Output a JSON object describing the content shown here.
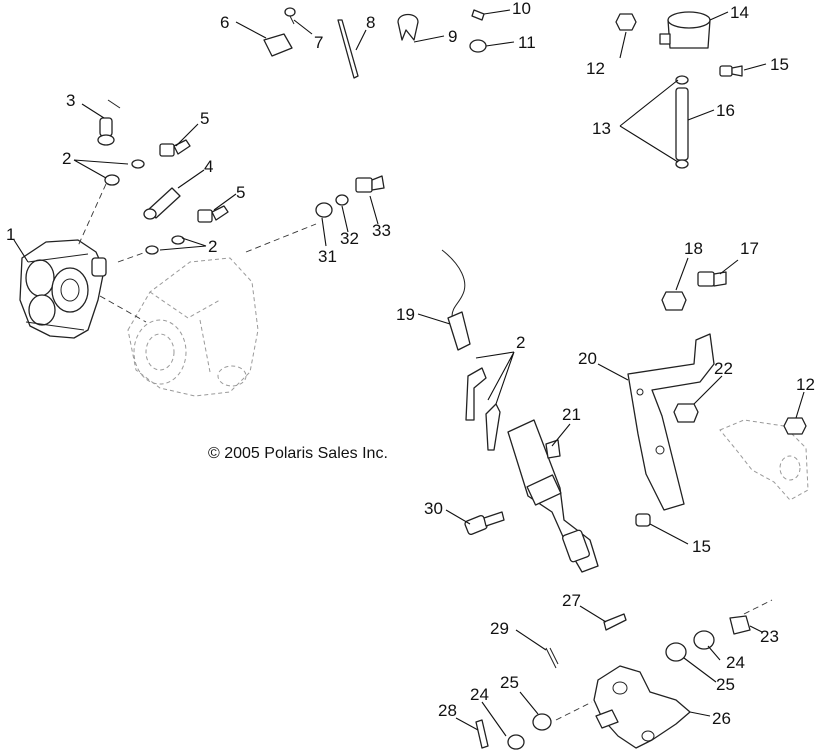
{
  "copyright": "© 2005 Polaris Sales Inc.",
  "callouts": [
    "1",
    "2",
    "2",
    "2",
    "3",
    "4",
    "5",
    "5",
    "6",
    "7",
    "8",
    "9",
    "10",
    "11",
    "12",
    "12",
    "13",
    "14",
    "15",
    "15",
    "16",
    "17",
    "18",
    "19",
    "20",
    "21",
    "22",
    "23",
    "24",
    "24",
    "25",
    "25",
    "26",
    "27",
    "28",
    "29",
    "30",
    "31",
    "32",
    "33"
  ]
}
